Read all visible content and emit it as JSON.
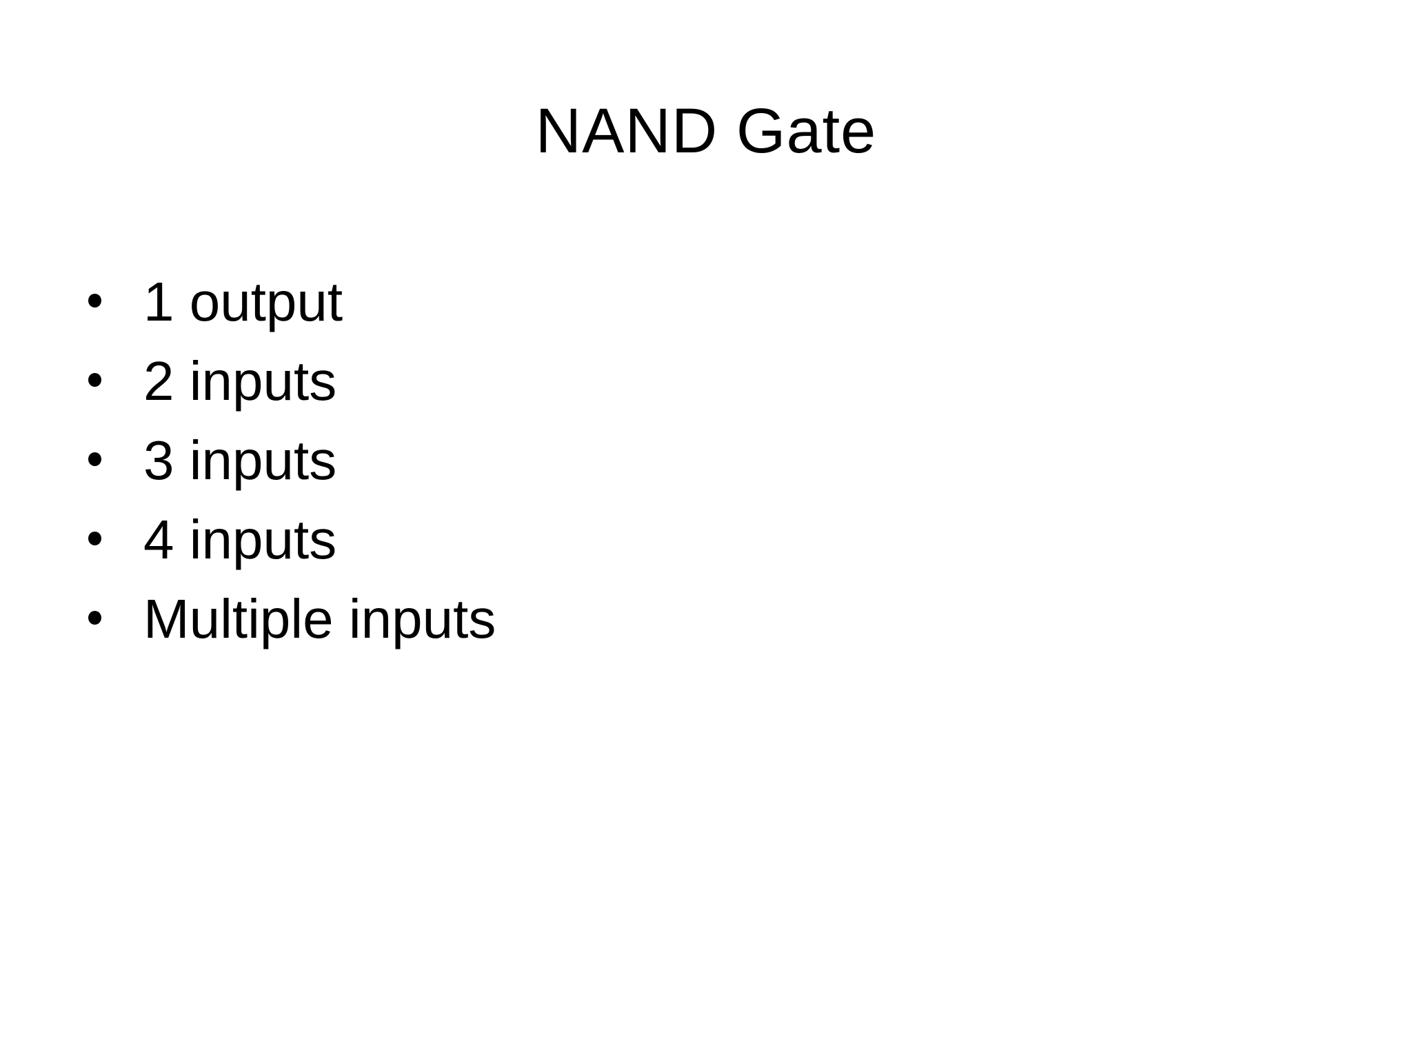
{
  "slide": {
    "title": "NAND Gate",
    "bullets": [
      {
        "label": "1 output"
      },
      {
        "label": "2 inputs"
      },
      {
        "label": "3 inputs"
      },
      {
        "label": "4 inputs"
      },
      {
        "label": "Multiple inputs"
      }
    ]
  },
  "colors": {
    "background": "#ffffff",
    "text": "#000000"
  }
}
